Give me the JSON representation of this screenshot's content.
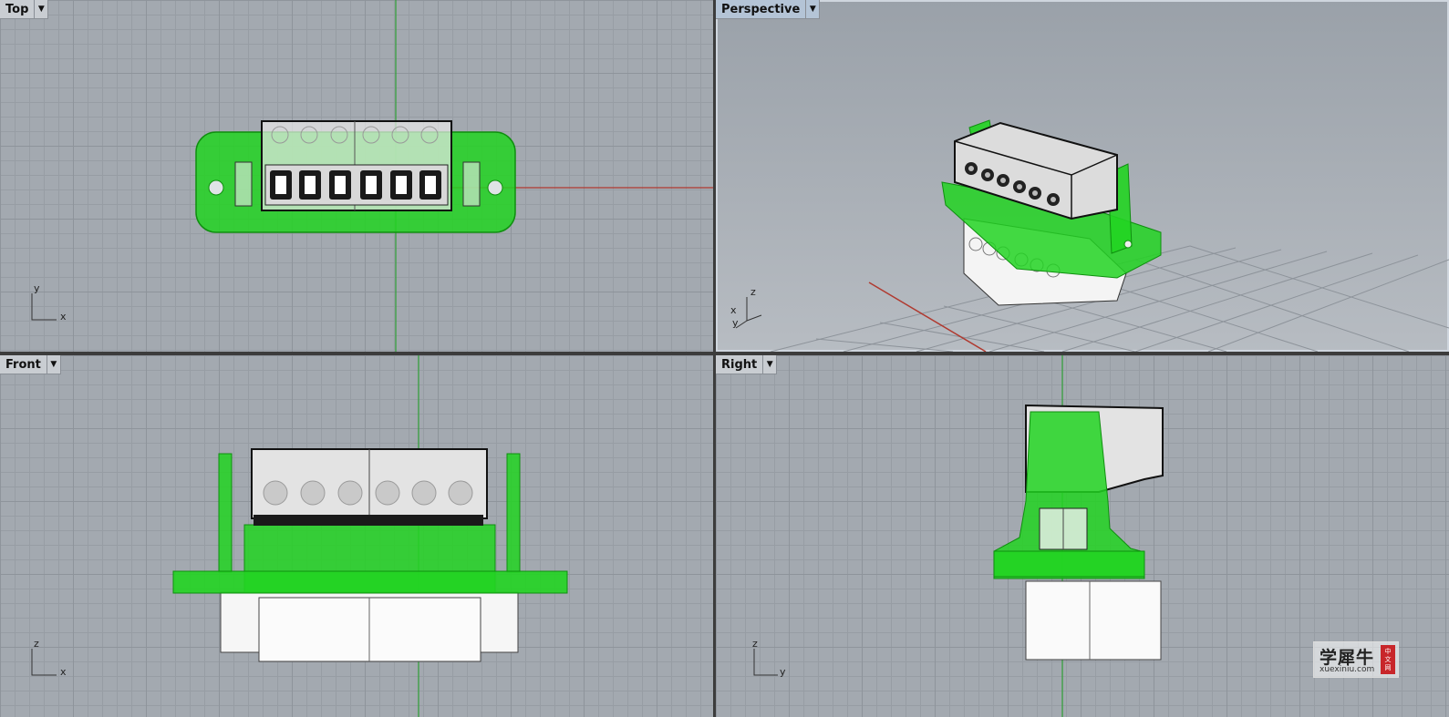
{
  "viewports": {
    "top": {
      "label": "Top",
      "axis_h": "x",
      "axis_v": "y"
    },
    "perspective": {
      "label": "Perspective",
      "axis_h": "x",
      "axis_v": "z",
      "axis_d": "y"
    },
    "front": {
      "label": "Front",
      "axis_h": "x",
      "axis_v": "z"
    },
    "right": {
      "label": "Right",
      "axis_h": "y",
      "axis_v": "z"
    }
  },
  "watermark": {
    "chinese": "学犀牛",
    "url": "xuexiniu.com",
    "badge": [
      "中",
      "文",
      "网"
    ]
  },
  "colors": {
    "grid_bg": "#a3a9b0",
    "selection_green": "#22d422",
    "x_axis": "#b03a30",
    "y_axis": "#2f9e36"
  }
}
